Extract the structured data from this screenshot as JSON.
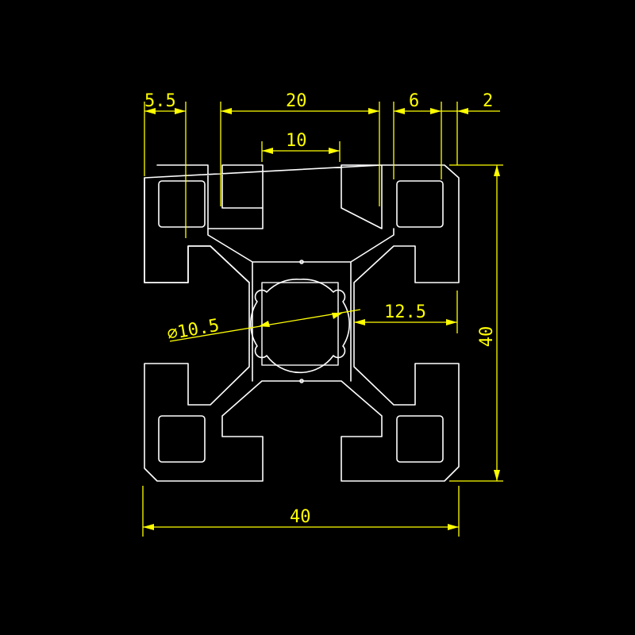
{
  "drawing": {
    "profile": "aluminium-profile-40x40-cross-section",
    "colors": {
      "background": "#000000",
      "outline": "#ffffff",
      "dimension": "#ffff00"
    },
    "dimensions": {
      "slot_wall": "5.5",
      "slot_opening_outer": "20",
      "slot_opening_inner": "10",
      "groove_width": "6",
      "edge_offset": "2",
      "center_bore_diameter": "⌀10.5",
      "center_offset": "12.5",
      "overall_height": "40",
      "overall_width": "40"
    }
  }
}
